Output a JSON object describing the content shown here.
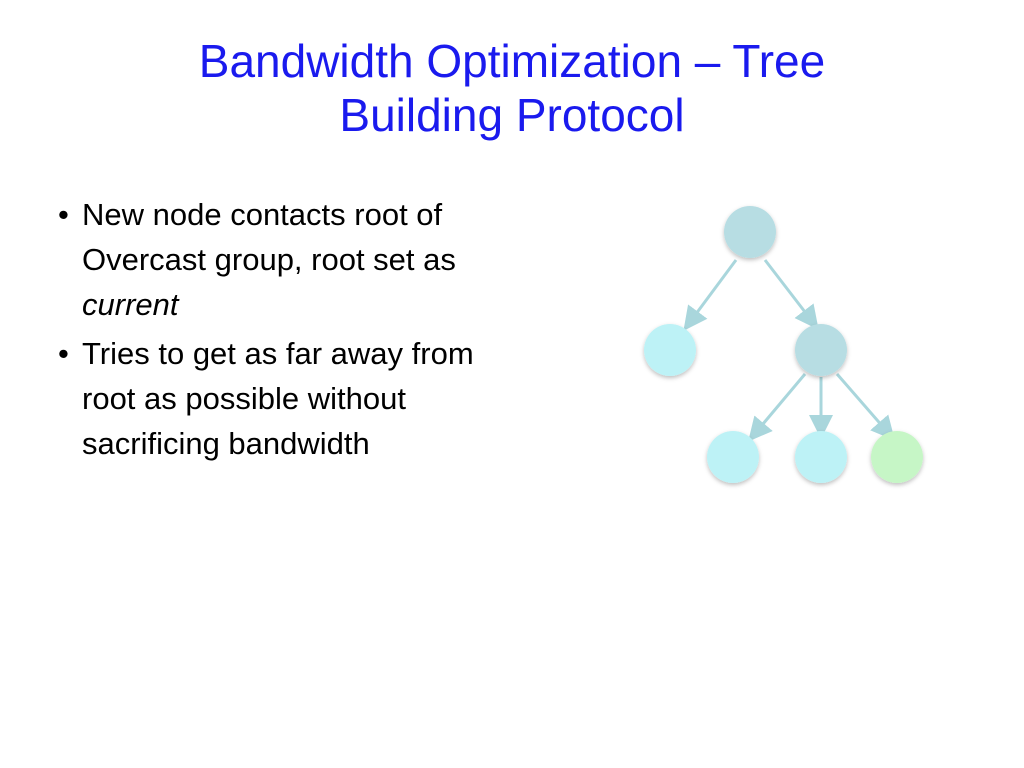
{
  "slide": {
    "title_line1": "Bandwidth Optimization – Tree",
    "title_line2": "Building Protocol",
    "bullets": [
      {
        "bullet": "•",
        "text": "New node contacts root of Overcast group, root set as",
        "emphasis": "current"
      },
      {
        "bullet": "•",
        "text": "Tries to get as far away from root as possible without sacrificing bandwidth"
      }
    ]
  },
  "diagram": {
    "colors": {
      "root_node": "#b7dde3",
      "child_node": "#bdf2f6",
      "new_node": "#c6f6c6",
      "edge": "#a9d6dc"
    }
  }
}
